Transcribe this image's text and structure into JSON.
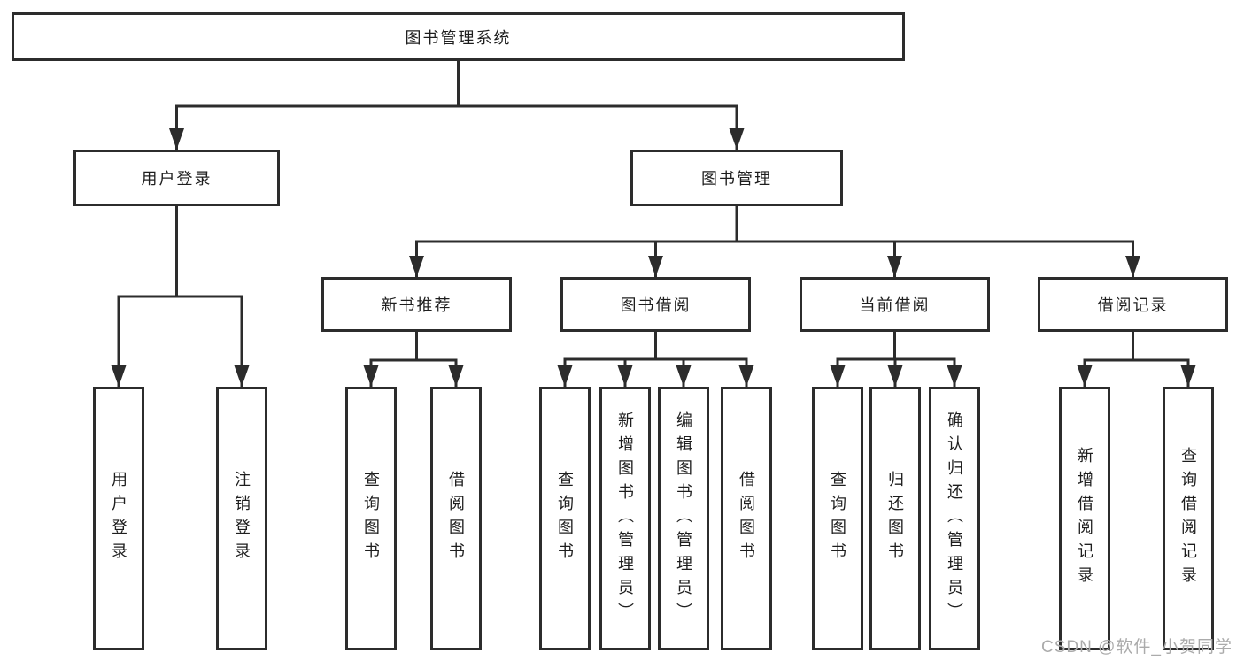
{
  "diagram": {
    "type": "tree",
    "nodes": {
      "root": "图书管理系统",
      "level2": {
        "user_login": "用户登录",
        "book_management": "图书管理"
      },
      "level3": {
        "new_books": "新书推荐",
        "book_borrowing": "图书借阅",
        "current_borrowing": "当前借阅",
        "borrowing_records": "借阅记录"
      },
      "leaves": {
        "user_login": [
          "用户登录",
          "注销登录"
        ],
        "new_books": [
          "查询图书",
          "借阅图书"
        ],
        "book_borrowing": [
          "查询图书",
          "新增图书（管理员）",
          "编辑图书（管理员）",
          "借阅图书"
        ],
        "current_borrowing": [
          "查询图书",
          "归还图书",
          "确认归还（管理员）"
        ],
        "borrowing_records": [
          "新增借阅记录",
          "查询借阅记录"
        ]
      }
    },
    "edges": [
      {
        "from": "图书管理系统",
        "to": [
          "用户登录",
          "图书管理"
        ]
      },
      {
        "from": "用户登录",
        "to": [
          "用户登录",
          "注销登录"
        ]
      },
      {
        "from": "图书管理",
        "to": [
          "新书推荐",
          "图书借阅",
          "当前借阅",
          "借阅记录"
        ]
      },
      {
        "from": "新书推荐",
        "to": [
          "查询图书",
          "借阅图书"
        ]
      },
      {
        "from": "图书借阅",
        "to": [
          "查询图书",
          "新增图书（管理员）",
          "编辑图书（管理员）",
          "借阅图书"
        ]
      },
      {
        "from": "当前借阅",
        "to": [
          "查询图书",
          "归还图书",
          "确认归还（管理员）"
        ]
      },
      {
        "from": "借阅记录",
        "to": [
          "新增借阅记录",
          "查询借阅记录"
        ]
      }
    ],
    "colors": {
      "line": "#2c2c2c",
      "box_border": "#2c2c2c",
      "text": "#1e1e1e",
      "background": "#ffffff",
      "watermark": "#ababab"
    }
  },
  "watermark": "CSDN @软件_小贺同学"
}
